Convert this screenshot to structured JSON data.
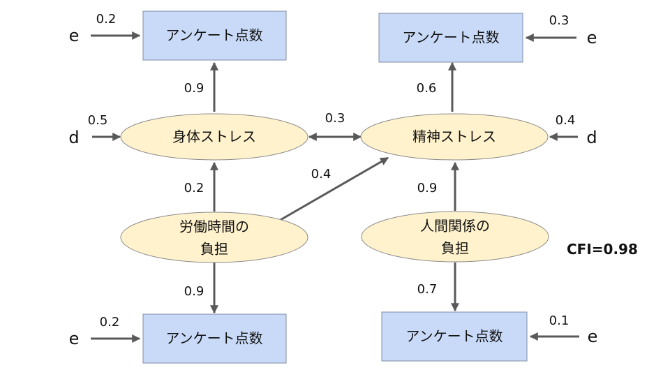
{
  "nodes": {
    "q1": "アンケート点数",
    "q2": "アンケート点数",
    "q3": "アンケート点数",
    "q4": "アンケート点数",
    "physical_stress": "身体ストレス",
    "mental_stress": "精神ストレス",
    "work_hours_line1": "労働時間の",
    "work_hours_line2": "負担",
    "relations_line1": "人間関係の",
    "relations_line2": "負担"
  },
  "errors": {
    "e_q1": "e",
    "e_q2": "e",
    "e_q3": "e",
    "e_q4": "e",
    "d_physical": "d",
    "d_mental": "d"
  },
  "coefficients": {
    "e_q1": "0.2",
    "e_q2": "0.3",
    "e_q3": "0.2",
    "e_q4": "0.1",
    "d_physical": "0.5",
    "d_mental": "0.4",
    "physical_to_q1": "0.9",
    "mental_to_q2": "0.6",
    "physical_mental_cov": "0.3",
    "work_to_physical": "0.2",
    "work_to_mental": "0.4",
    "relations_to_mental": "0.9",
    "work_to_q3": "0.9",
    "relations_to_q4": "0.7"
  },
  "fit": {
    "cfi": "CFI=0.98"
  }
}
